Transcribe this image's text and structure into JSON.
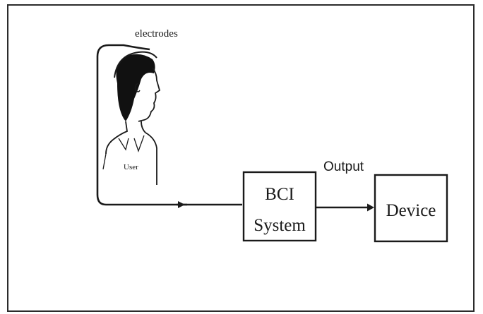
{
  "diagram": {
    "labels": {
      "electrodes": "electrodes",
      "user": "User",
      "output": "Output"
    },
    "nodes": {
      "bci_line1": "BCI",
      "bci_line2": "System",
      "device": "Device"
    },
    "colors": {
      "ink": "#1a1a1a",
      "border": "#2b2b2b",
      "background": "#ffffff"
    },
    "icons": {
      "user": "user-head-silhouette-icon",
      "arrows": "arrow-right-icon"
    }
  }
}
